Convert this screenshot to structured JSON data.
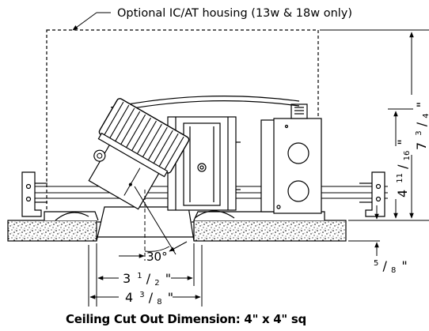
{
  "callout": "Optional IC/AT housing (13w & 18w only)",
  "caption": "Ceiling Cut Out Dimension: 4\" x 4\" sq",
  "dimensions": {
    "tilt_angle": "30°",
    "width_inner": {
      "whole": "3",
      "num": "1",
      "den": "2",
      "mark": "\""
    },
    "width_outer": {
      "whole": "4",
      "num": "3",
      "den": "8",
      "mark": "\""
    },
    "height_fixture": {
      "whole": "4",
      "num": "11",
      "den": "16",
      "mark": "\""
    },
    "height_housing": {
      "whole": "7",
      "num": "3",
      "den": "4",
      "mark": "\""
    },
    "ceiling_thickness": {
      "num": "5",
      "den": "8",
      "mark": "\""
    }
  }
}
